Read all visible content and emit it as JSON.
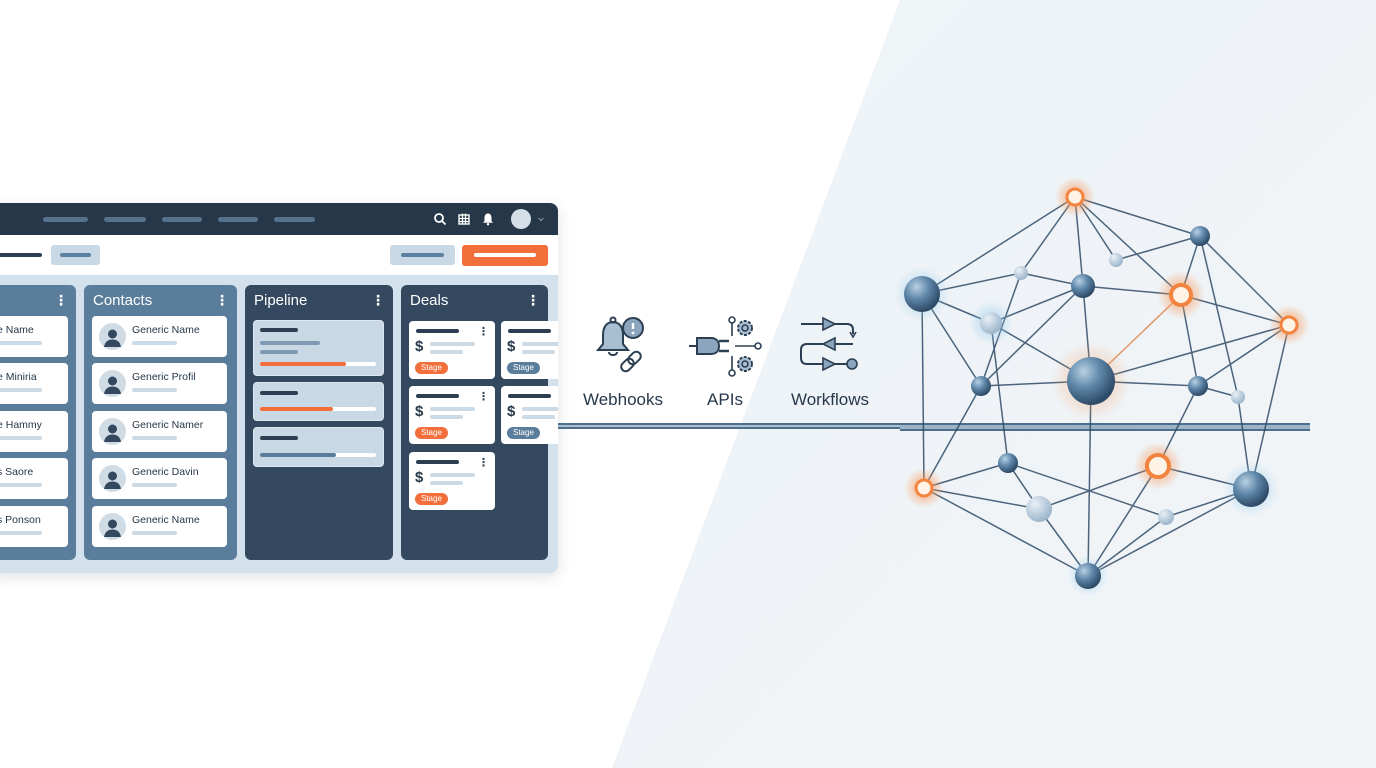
{
  "app": {
    "topbar": {
      "nav_items": [
        "nav-1",
        "nav-2",
        "nav-3",
        "nav-4",
        "nav-5"
      ],
      "icons": [
        "search-icon",
        "calendar-icon",
        "bell-icon",
        "avatar",
        "chevron-down-icon"
      ]
    },
    "toolbar": {
      "buttons": [
        "filter-button",
        "secondary-button",
        "primary-action-button"
      ]
    },
    "columns": [
      {
        "title": "",
        "cards": [
          {
            "name": "e Name"
          },
          {
            "name": "e Miniria"
          },
          {
            "name": "e Hammy"
          },
          {
            "name": "s Saore"
          },
          {
            "name": "s Ponson"
          }
        ]
      },
      {
        "title": "Contacts",
        "cards": [
          {
            "name": "Generic Name"
          },
          {
            "name": "Generic Profil"
          },
          {
            "name": "Generic Namer"
          },
          {
            "name": "Generic Davin"
          },
          {
            "name": "Generic Name"
          }
        ]
      },
      {
        "title": "Pipeline",
        "cards": [
          {
            "progress": 75,
            "color": "#f26f3b"
          },
          {
            "progress": 60,
            "color": "#f26f3b"
          },
          {
            "progress": 65,
            "color": "#5b7d9c"
          }
        ]
      },
      {
        "title": "Deals",
        "cards": [
          {
            "symbol": "$",
            "stage": "Stage",
            "stage_color": "orange"
          },
          {
            "symbol": "$",
            "stage": "Stage",
            "stage_color": "blue"
          },
          {
            "symbol": "$",
            "stage": "Stage",
            "stage_color": "orange"
          },
          {
            "symbol": "$",
            "stage": "Stage",
            "stage_color": "blue"
          },
          {
            "symbol": "$",
            "stage": "Stage",
            "stage_color": "orange"
          }
        ]
      }
    ],
    "menu_glyph": "⋮"
  },
  "integrations": [
    {
      "label": "Webhooks",
      "icon": "bell-link-icon"
    },
    {
      "label": "APIs",
      "icon": "plug-gear-icon"
    },
    {
      "label": "Workflows",
      "icon": "workflow-arrows-icon"
    }
  ],
  "colors": {
    "accent": "#f26f3b",
    "navy": "#263749",
    "steel": "#5b7d9c",
    "light": "#d3e1ec"
  }
}
